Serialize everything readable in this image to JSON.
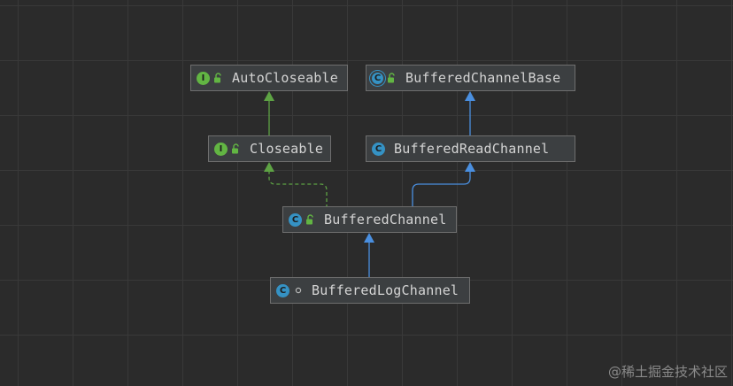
{
  "diagram": {
    "nodes": {
      "auto_closeable": {
        "label": "AutoCloseable",
        "kind": "interface",
        "kind_letter": "I"
      },
      "buffered_channel_base": {
        "label": "BufferedChannelBase",
        "kind": "abstract-class",
        "kind_letter": "C"
      },
      "closeable": {
        "label": "Closeable",
        "kind": "interface",
        "kind_letter": "I"
      },
      "buffered_read_channel": {
        "label": "BufferedReadChannel",
        "kind": "class",
        "kind_letter": "C"
      },
      "buffered_channel": {
        "label": "BufferedChannel",
        "kind": "class",
        "kind_letter": "C"
      },
      "buffered_log_channel": {
        "label": "BufferedLogChannel",
        "kind": "class",
        "kind_letter": "C"
      }
    },
    "edges": [
      {
        "from": "closeable",
        "to": "auto_closeable",
        "type": "extends",
        "color": "#5ea344"
      },
      {
        "from": "buffered_read_channel",
        "to": "buffered_channel_base",
        "type": "extends",
        "color": "#4a8fe0"
      },
      {
        "from": "buffered_channel",
        "to": "closeable",
        "type": "implements",
        "color": "#5ea344"
      },
      {
        "from": "buffered_channel",
        "to": "buffered_read_channel",
        "type": "extends",
        "color": "#4a8fe0"
      },
      {
        "from": "buffered_log_channel",
        "to": "buffered_channel",
        "type": "extends",
        "color": "#4a8fe0"
      }
    ],
    "colors": {
      "background": "#2b2b2b",
      "grid": "#393939",
      "node_fill": "#3c3f41",
      "node_border": "#6e6e6e",
      "interface_icon": "#62b543",
      "class_icon": "#3592c4",
      "lock_icon": "#62b543"
    }
  },
  "watermark": "@稀土掘金技术社区"
}
